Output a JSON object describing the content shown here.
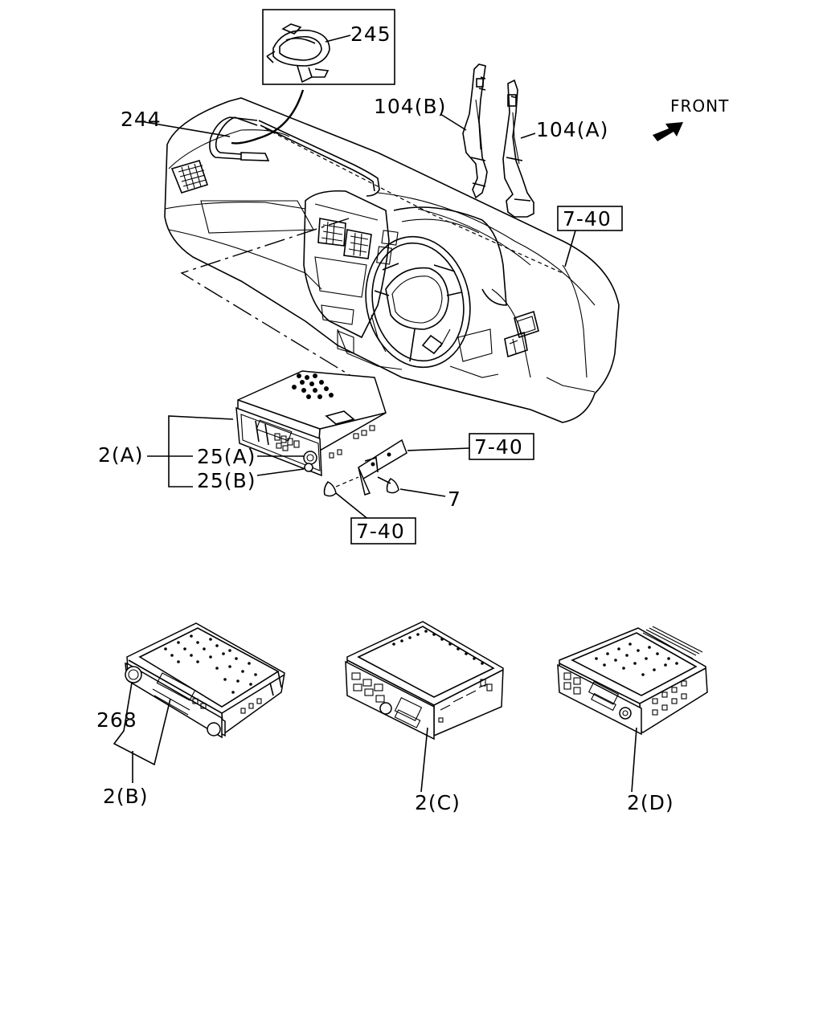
{
  "callouts": {
    "c245": "245",
    "c244": "244",
    "c104b": "104(B)",
    "c104a": "104(A)",
    "front": "FRONT",
    "ref_dash": "7-40",
    "c2a": "2(A)",
    "c25a": "25(A)",
    "c25b": "25(B)",
    "ref_bracket": "7-40",
    "c7": "7",
    "ref_screw": "7-40",
    "c268": "268",
    "c2b": "2(B)",
    "c2c": "2(C)",
    "c2d": "2(D)"
  }
}
